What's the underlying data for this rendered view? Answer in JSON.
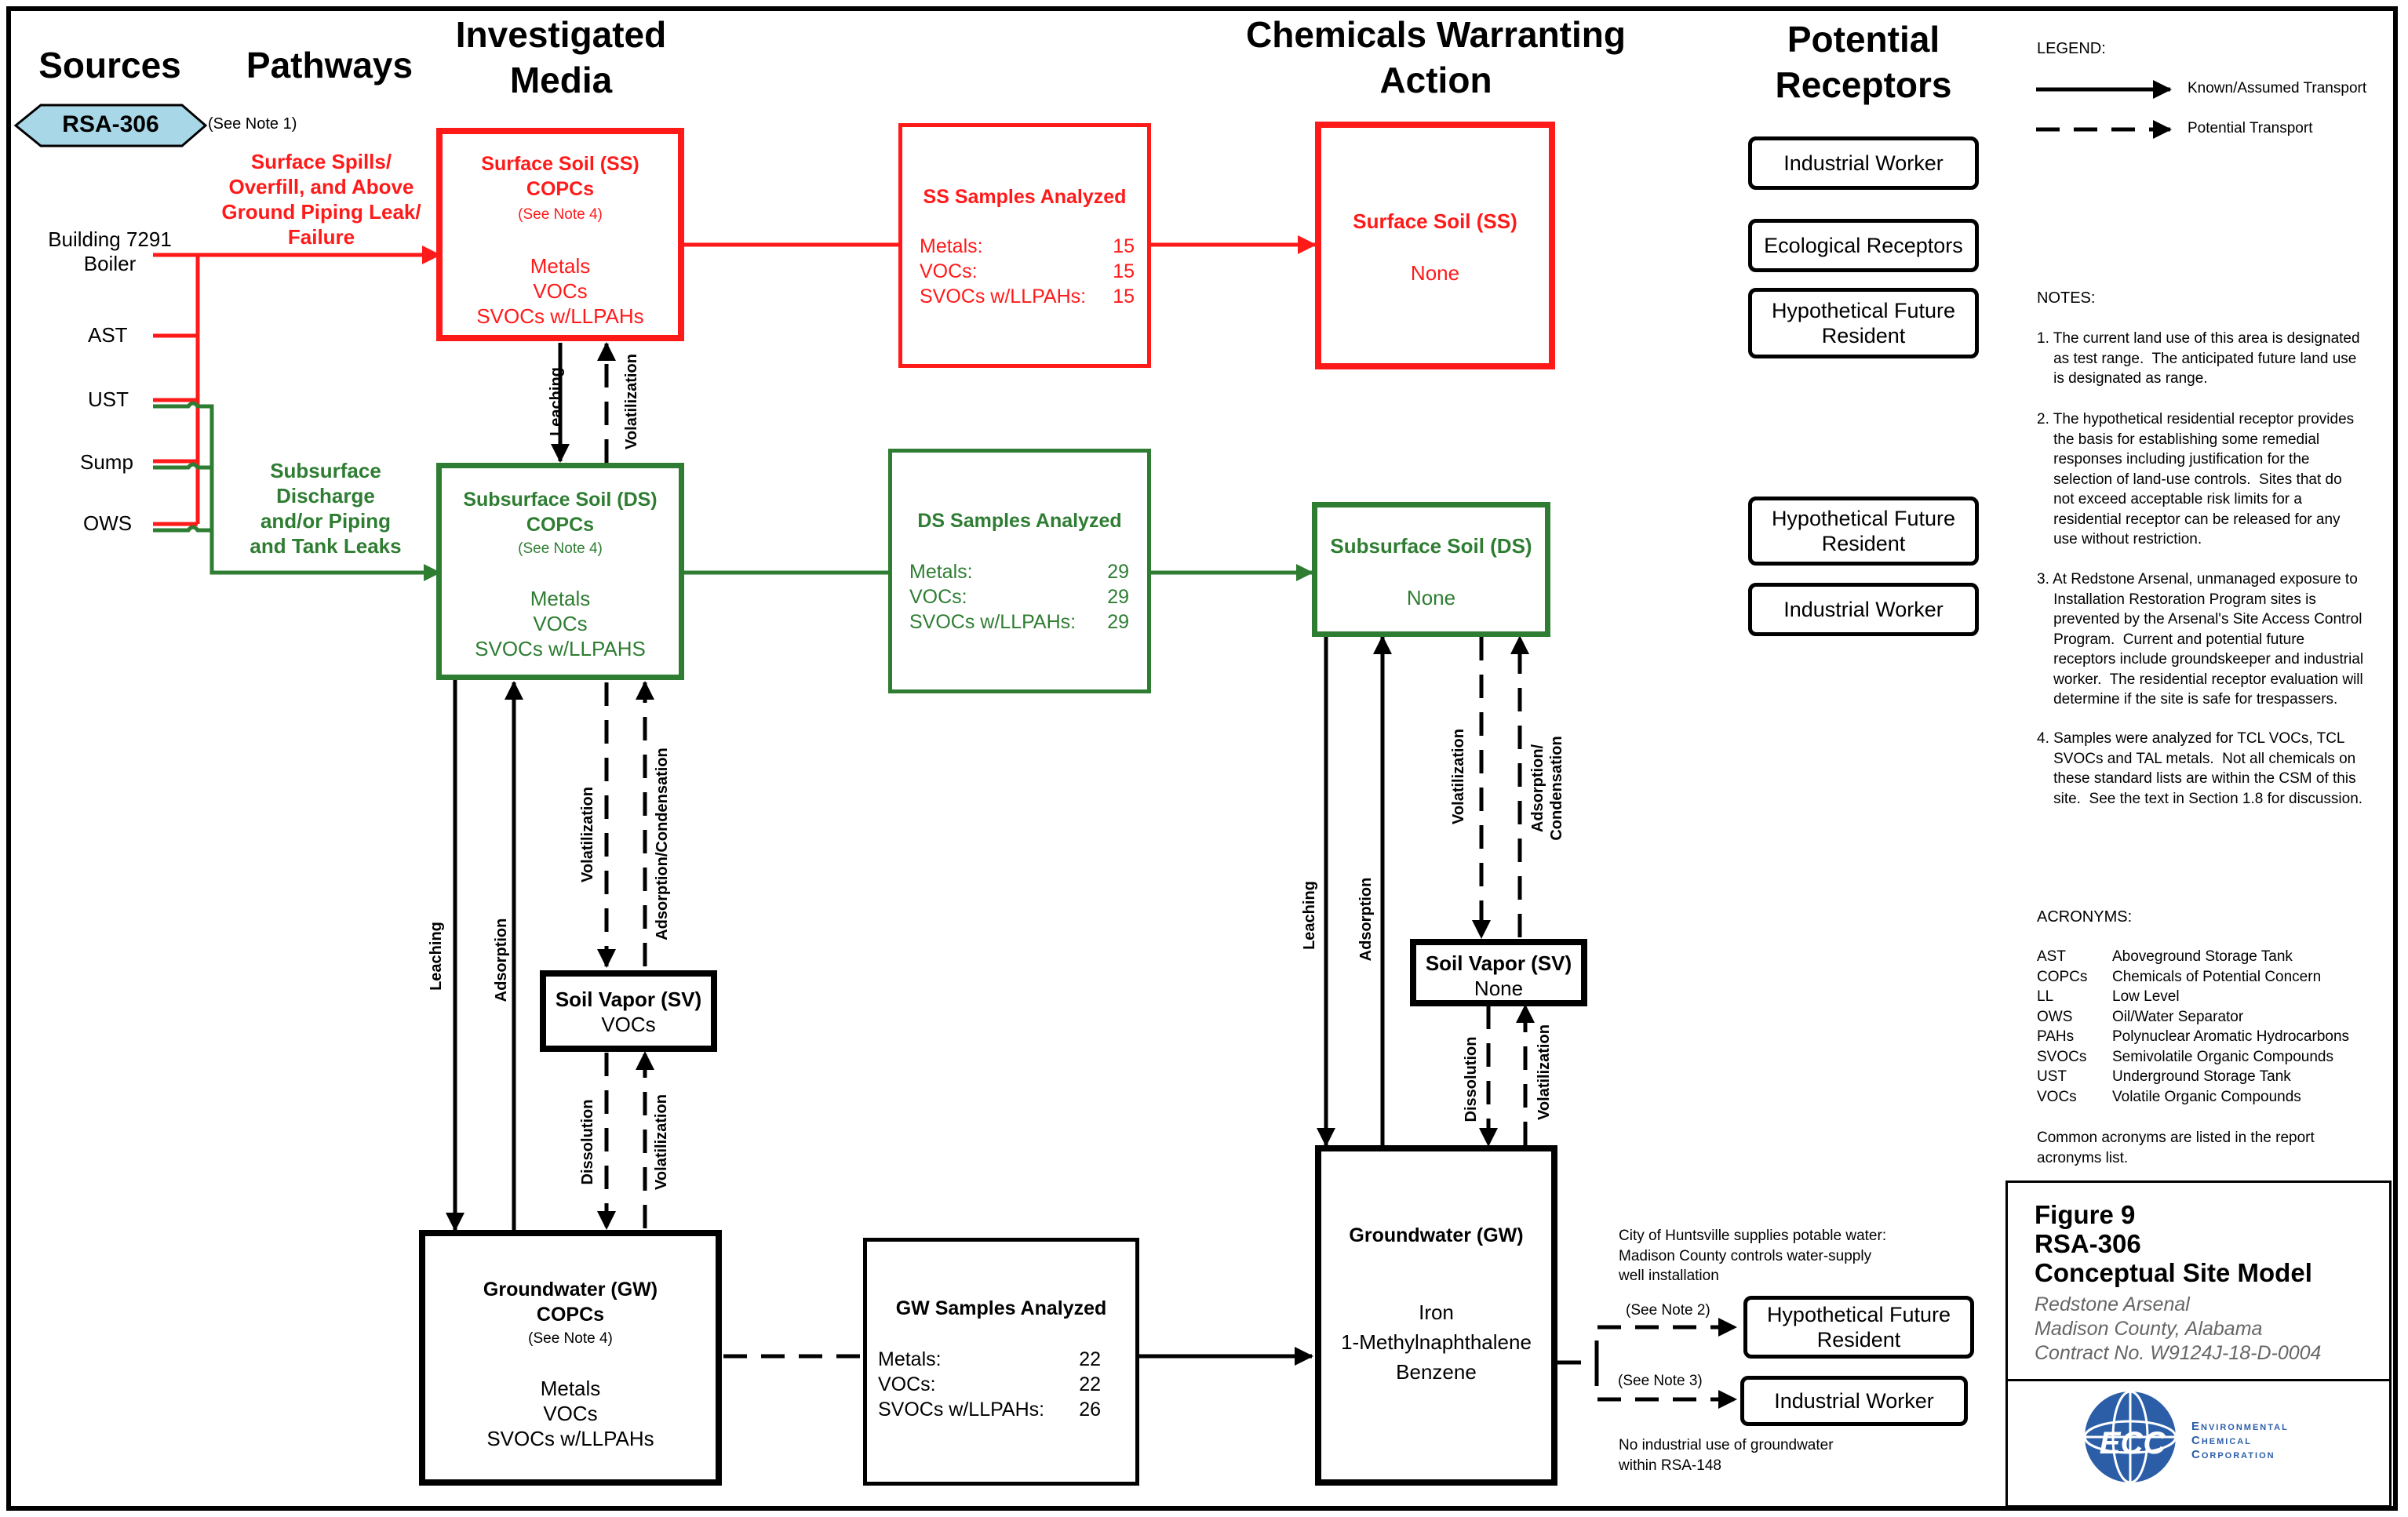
{
  "colors": {
    "red": "#ff1a1a",
    "green": "#2e7d32",
    "black": "#000000",
    "site_tag": "#a8d8e8",
    "logo_blue": "#2c5ea8"
  },
  "headers": {
    "sources": "Sources",
    "pathways": "Pathways",
    "investigated_media": "Investigated\nMedia",
    "chemicals": "Chemicals Warranting\nAction",
    "receptors": "Potential\nReceptors"
  },
  "site_tag": {
    "label": "RSA-306",
    "note": "(See Note 1)"
  },
  "sources": [
    "Building 7291\nBoiler",
    "AST",
    "UST",
    "Sump",
    "OWS"
  ],
  "pathways": {
    "surface": "Surface Spills/\nOverfill, and Above\nGround Piping Leak/\nFailure",
    "subsurface": "Subsurface\nDischarge\nand/or Piping\nand Tank Leaks"
  },
  "ss_box": {
    "title": "Surface Soil (SS)\nCOPCs",
    "note": "(See Note 4)",
    "items": "Metals\nVOCs\nSVOCs w/LLPAHs"
  },
  "ds_box": {
    "title": "Subsurface Soil (DS)\nCOPCs",
    "note": "(See Note 4)",
    "items": "Metals\nVOCs\nSVOCs w/LLPAHS"
  },
  "sv_box": {
    "title": "Soil Vapor (SV)",
    "items": "VOCs"
  },
  "gw_box": {
    "title": "Groundwater (GW)\nCOPCs",
    "note": "(See Note 4)",
    "items": "Metals\nVOCs\nSVOCs w/LLPAHs"
  },
  "ss_samples": {
    "title": "SS Samples Analyzed",
    "labels": "Metals:\nVOCs:\nSVOCs w/LLPAHs:",
    "counts": "15\n15\n15"
  },
  "ds_samples": {
    "title": "DS Samples Analyzed",
    "labels": "Metals:\nVOCs:\nSVOCs w/LLPAHs:",
    "counts": "29\n29\n29"
  },
  "gw_samples": {
    "title": "GW Samples Analyzed",
    "labels": "Metals:\nVOCs:\nSVOCs w/LLPAHs:",
    "counts": "22\n22\n26"
  },
  "ss_action": {
    "title": "Surface Soil (SS)",
    "value": "None"
  },
  "ds_action": {
    "title": "Subsurface Soil (DS)",
    "value": "None"
  },
  "sv_action": {
    "title": "Soil Vapor (SV)",
    "value": "None"
  },
  "gw_action": {
    "title": "Groundwater (GW)",
    "items": "Iron\n1-Methylnaphthalene\nBenzene"
  },
  "transport": {
    "leaching": "Leaching",
    "volatilization": "Volatilization",
    "adsorption": "Adsorption",
    "adsorption_condensation": "Adsorption/Condensation",
    "adsorption_condensation_split": "Adsorption/\nCondensation",
    "dissolution": "Dissolution"
  },
  "receptors": {
    "ss": [
      "Industrial Worker",
      "Ecological Receptors",
      "Hypothetical Future\nResident"
    ],
    "ds": [
      "Hypothetical Future\nResident",
      "Industrial Worker"
    ],
    "gw": [
      "Hypothetical Future\nResident",
      "Industrial Worker"
    ]
  },
  "gw_notes": {
    "top": "City of Huntsville supplies potable water:\nMadison County controls water-supply\nwell installation",
    "see2": "(See Note 2)",
    "see3": "(See Note 3)",
    "bottom": "No industrial use of groundwater\nwithin RSA-148"
  },
  "legend": {
    "title": "LEGEND:",
    "known": "Known/Assumed Transport",
    "potential": "Potential Transport"
  },
  "notes": {
    "title": "NOTES:",
    "n1": "1. The current land use of this area is designated\n    as test range.  The anticipated future land use\n    is designated as range.",
    "n2": "2. The hypothetical residential receptor provides\n    the basis for establishing some remedial\n    responses including justification for the\n    selection of land-use controls.  Sites that do\n    not exceed acceptable risk limits for a\n    residential receptor can be released for any\n    use without restriction.",
    "n3": "3. At Redstone Arsenal, unmanaged exposure to\n    Installation Restoration Program sites is\n    prevented by the Arsenal's Site Access Control\n    Program.  Current and potential future\n    receptors include groundskeeper and industrial\n    worker.  The residential receptor evaluation will\n    determine if the site is safe for trespassers.",
    "n4": "4. Samples were analyzed for TCL VOCs, TCL\n    SVOCs and TAL metals.  Not all chemicals on\n    these standard lists are within the CSM of this\n    site.  See the text in Section 1.8 for discussion."
  },
  "acronyms": {
    "title": "ACRONYMS:",
    "abbr": "AST\nCOPCs\nLL\nOWS\nPAHs\nSVOCs\nUST\nVOCs",
    "defs": "Aboveground Storage Tank\nChemicals of Potential Concern\nLow Level\nOil/Water Separator\nPolynuclear Aromatic Hydrocarbons\nSemivolatile Organic Compounds\nUnderground Storage Tank\nVolatile Organic Compounds",
    "footnote": "Common acronyms are listed in the report\nacronyms list."
  },
  "figure": {
    "title": "Figure 9\nRSA-306\nConceptual Site Model",
    "subtitle": "Redstone Arsenal\nMadison County, Alabama\nContract No. W9124J-18-D-0004",
    "logo_text": "ECC",
    "company": "Environmental\nChemical\nCorporation"
  }
}
